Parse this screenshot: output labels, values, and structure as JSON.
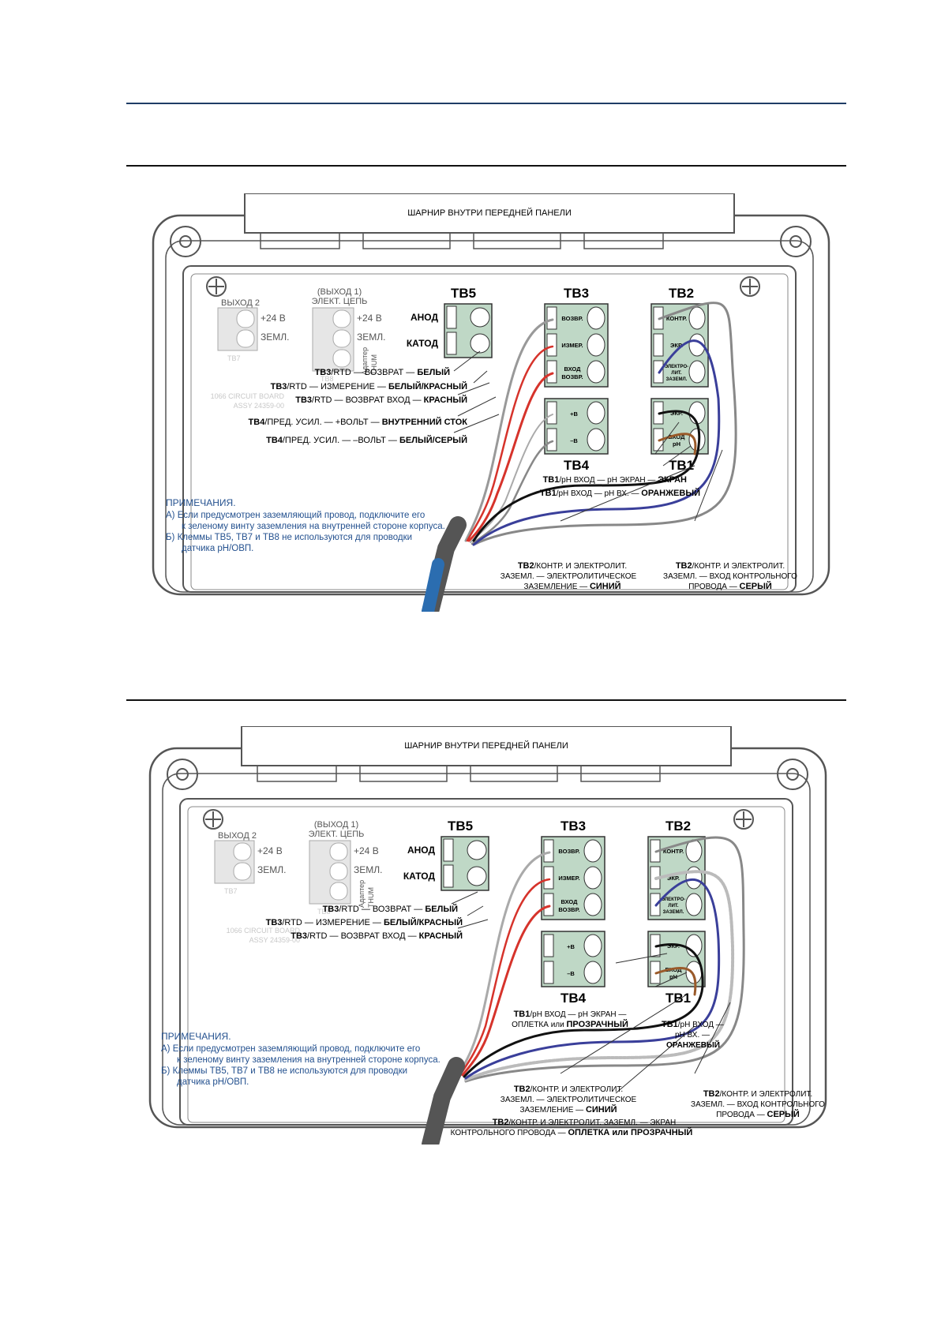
{
  "diagram1": {
    "hinge": "ШАРНИР ВНУТРИ ПЕРЕДНЕЙ ПАНЕЛИ",
    "out2": "ВЫХОД 2",
    "out1": "(ВЫХОД 1)",
    "out1b": "ЭЛЕКТ. ЦЕПЬ",
    "plus24a": "+24 В",
    "gnda": "ЗЕМЛ.",
    "plus24b": "+24 В",
    "gndb": "ЗЕМЛ.",
    "tb7": "TB7",
    "tb8": "TB8",
    "adapter1": "Адаптер",
    "adapter2": "THUM",
    "board1": "1066 CIRCUIT BOARD",
    "board2": "ASSY 24359-00",
    "tb5": "TB5",
    "tb3": "TB3",
    "tb2": "TB2",
    "tb4": "TB4",
    "tb1": "TB1",
    "anode": "АНОД",
    "cathode": "КАТОД",
    "tb3_return": "ВОЗВР.",
    "tb3_meas": "ИЗМЕР.",
    "tb3_inret1": "ВХОД",
    "tb3_inret2": "ВОЗВР.",
    "tb4_plus": "+В",
    "tb4_minus": "–В",
    "tb2_ref": "КОНТР.",
    "tb2_scr": "ЭКР.",
    "tb2_el1": "ЭЛЕКТРО-",
    "tb2_el2": "ЛИТ.",
    "tb2_el3": "ЗАЗЕМЛ.",
    "tb1_scr": "ЭКР.",
    "tb1_in1": "ВХОД",
    "tb1_in2": "pH",
    "w1_a": "TB3",
    "w1_b": "/RTD — ВОЗВРАТ — ",
    "w1_c": "БЕЛЫЙ",
    "w2_a": "TB3",
    "w2_b": "/RTD — ИЗМЕРЕНИЕ — ",
    "w2_c": "БЕЛЫЙ/КРАСНЫЙ",
    "w3_a": "TB3",
    "w3_b": "/RTD — ВОЗВРАТ ВХОД — ",
    "w3_c": "КРАСНЫЙ",
    "w4_a": "TB4",
    "w4_b": "/ПРЕД. УСИЛ. — +ВОЛЬТ — ",
    "w4_c": "ВНУТРЕННИЙ СТОК",
    "w5_a": "TB4",
    "w5_b": "/ПРЕД. УСИЛ. — –ВОЛЬТ — ",
    "w5_c": "БЕЛЫЙ/СЕРЫЙ",
    "w6_a": "TB1",
    "w6_b": "/pH ВХОД — pH ЭКРАН — ",
    "w6_c": "ЭКРАН",
    "w7_a": "TB1",
    "w7_b": "/pH ВХОД — pH ВХ. — ",
    "w7_c": "ОРАНЖЕВЫЙ",
    "w8_1a": "TB2",
    "w8_1b": "/КОНТР. И ЭЛЕКТРОЛИТ.",
    "w8_2": "ЗАЗЕМЛ. — ЭЛЕКТРОЛИТИЧЕСКОЕ",
    "w8_3a": "ЗАЗЕМЛЕНИЕ — ",
    "w8_3b": "СИНИЙ",
    "w9_1a": "TB2",
    "w9_1b": "/КОНТР. И ЭЛЕКТРОЛИТ.",
    "w9_2": "ЗАЗЕМЛ. — ВХОД КОНТРОЛЬНОГО",
    "w9_3a": "ПРОВОДА — ",
    "w9_3b": "СЕРЫЙ",
    "notes_title": "ПРИМЕЧАНИЯ.",
    "note_a1": "А)  Если предусмотрен заземляющий провод, подключите его",
    "note_a2": "к зеленому винту заземления на внутренней стороне корпуса.",
    "note_b1": "Б)  Клеммы TB5, TB7 и TB8 не используются для проводки",
    "note_b2": "датчика pH/ОВП."
  },
  "diagram2": {
    "hinge": "ШАРНИР ВНУТРИ ПЕРЕДНЕЙ ПАНЕЛИ",
    "out2": "ВЫХОД 2",
    "out1": "(ВЫХОД 1)",
    "out1b": "ЭЛЕКТ. ЦЕПЬ",
    "plus24a": "+24 В",
    "gnda": "ЗЕМЛ.",
    "plus24b": "+24 В",
    "gndb": "ЗЕМЛ.",
    "tb7": "TB7",
    "tb8": "TB8",
    "adapter1": "Адаптер",
    "adapter2": "THUM",
    "board1": "1066 CIRCUIT BOARD",
    "board2": "ASSY 24359-00",
    "tb5": "TB5",
    "tb3": "TB3",
    "tb2": "TB2",
    "tb4": "TB4",
    "tb1": "TB1",
    "anode": "АНОД",
    "cathode": "КАТОД",
    "tb3_return": "ВОЗВР.",
    "tb3_meas": "ИЗМЕР.",
    "tb3_inret1": "ВХОД",
    "tb3_inret2": "ВОЗВР.",
    "tb4_plus": "+В",
    "tb4_minus": "–В",
    "tb2_ref": "КОНТР.",
    "tb2_scr": "ЭКР.",
    "tb2_el1": "ЭЛЕКТРО-",
    "tb2_el2": "ЛИТ.",
    "tb2_el3": "ЗАЗЕМЛ.",
    "tb1_scr": "ЭКР.",
    "tb1_in1": "ВХОД",
    "tb1_in2": "pH",
    "w1_a": "TB3",
    "w1_b": "/RTD — ВОЗВРАТ — ",
    "w1_c": "БЕЛЫЙ",
    "w2_a": "TB3",
    "w2_b": "/RTD — ИЗМЕРЕНИЕ — ",
    "w2_c": "БЕЛЫЙ/КРАСНЫЙ",
    "w3_a": "TB3",
    "w3_b": "/RTD — ВОЗВРАТ ВХОД — ",
    "w3_c": "КРАСНЫЙ",
    "w6_1a": "TB1",
    "w6_1b": "/pH ВХОД — pH ЭКРАН —",
    "w6_2a": "ОПЛЕТКА или ",
    "w6_2b": "ПРОЗРАЧНЫЙ",
    "w7_1a": "TB1",
    "w7_1b": "/pH ВХОД —",
    "w7_2": "pH ВХ. —",
    "w7_3": "ОРАНЖЕВЫЙ",
    "w8_1a": "TB2",
    "w8_1b": "/КОНТР. И ЭЛЕКТРОЛИТ.",
    "w8_2": "ЗАЗЕМЛ. — ЭЛЕКТРОЛИТИЧЕСКОЕ",
    "w8_3a": "ЗАЗЕМЛЕНИЕ — ",
    "w8_3b": "СИНИЙ",
    "w9_1a": "TB2",
    "w9_1b": "/КОНТР. И ЭЛЕКТРОЛИТ.",
    "w9_2": "ЗАЗЕМЛ. — ВХОД КОНТРОЛЬНОГО",
    "w9_3a": "ПРОВОДА — ",
    "w9_3b": "СЕРЫЙ",
    "w10_1a": "TB2",
    "w10_1b": "/КОНТР. И ЭЛЕКТРОЛИТ. ЗАЗЕМЛ. — ЭКРАН",
    "w10_2a": "КОНТРОЛЬНОГО ПРОВОДА — ",
    "w10_2b": "ОПЛЕТКА или ПРОЗРАЧНЫЙ",
    "notes_title": "ПРИМЕЧАНИЯ.",
    "note_a1": "А)  Если предусмотрен заземляющий провод, подключите его",
    "note_a2": "к зеленому винту заземления на внутренней стороне корпуса.",
    "note_b1": "Б)  Клеммы TB5, TB7 и TB8 не используются для проводки",
    "note_b2": "датчика pH/ОВП."
  },
  "colors": {
    "header_rule": "#1f3d66",
    "terminal_green": "#bfd8c6",
    "note_blue": "#24518f",
    "wire_red": "#d6332b",
    "wire_blue": "#3a3f9a",
    "wire_orange": "#9a5a2a",
    "cable_blue": "#2b6db0"
  }
}
